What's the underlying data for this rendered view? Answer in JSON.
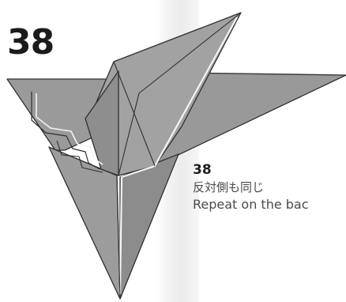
{
  "step": {
    "number": "38",
    "caption_number": "38",
    "instruction_ja": "反対側も同じ",
    "instruction_en": "Repeat on the bac"
  },
  "colors": {
    "paper": "#9a9a9a",
    "paper_dark": "#8a8a8a",
    "paper_light": "#a8a8a8",
    "line": "#303030",
    "highlight": "#f4f4f4"
  }
}
